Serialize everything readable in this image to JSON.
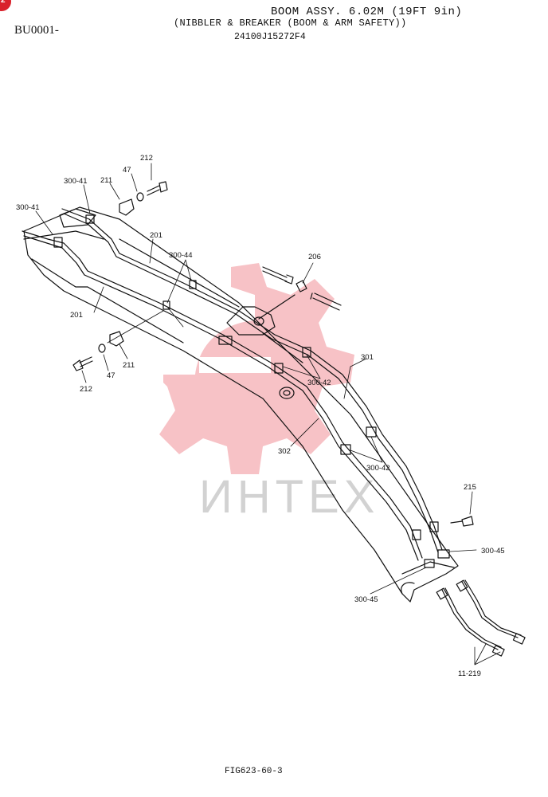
{
  "header": {
    "title": "BOOM ASSY. 6.02M (19FT 9in)",
    "subtitle": "(NIBBLER & BREAKER (BOOM & ARM SAFETY))",
    "part_number": "24100J15272F4"
  },
  "corner_code": "BU0001-",
  "badge": "2",
  "watermark": "ИНТЕX",
  "figure_id": "FIG623-60-3",
  "callouts": {
    "c212_top": "212",
    "c47_top": "47",
    "c211_top": "211",
    "c300_41_a": "300-41",
    "c300_41_b": "300-41",
    "c201_a": "201",
    "c201_b": "201",
    "c300_44": "300-44",
    "c206": "206",
    "c211_bot": "211",
    "c47_bot": "47",
    "c212_bot": "212",
    "c301": "301",
    "c300_42_a": "300-42",
    "c302": "302",
    "c300_42_b": "300-42",
    "c215": "215",
    "c300_45_a": "300-45",
    "c300_45_b": "300-45",
    "c11_219": "11-219"
  }
}
